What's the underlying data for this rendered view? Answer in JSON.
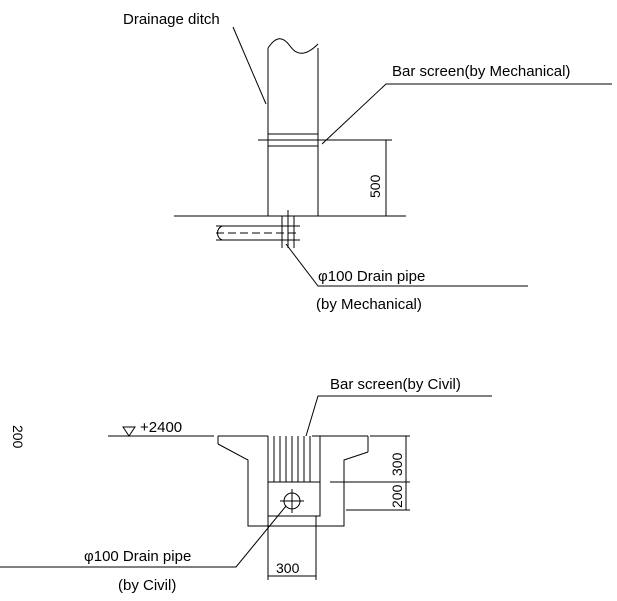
{
  "top_detail": {
    "ditch_label": "Drainage ditch",
    "bar_screen_label": "Bar screen(by Mechanical)",
    "dim_500": "500",
    "pipe_label_line1": "φ100 Drain pipe",
    "pipe_label_line2": "(by Mechanical)"
  },
  "bottom_detail": {
    "level_label": "+2400",
    "bar_screen_label": "Bar screen(by Civil)",
    "dim_300_v": "300",
    "dim_200": "200",
    "dim_300_h": "300",
    "pipe_label_line1": "φ100 Drain pipe",
    "pipe_label_line2": "(by Civil)"
  },
  "margin_text": "200"
}
